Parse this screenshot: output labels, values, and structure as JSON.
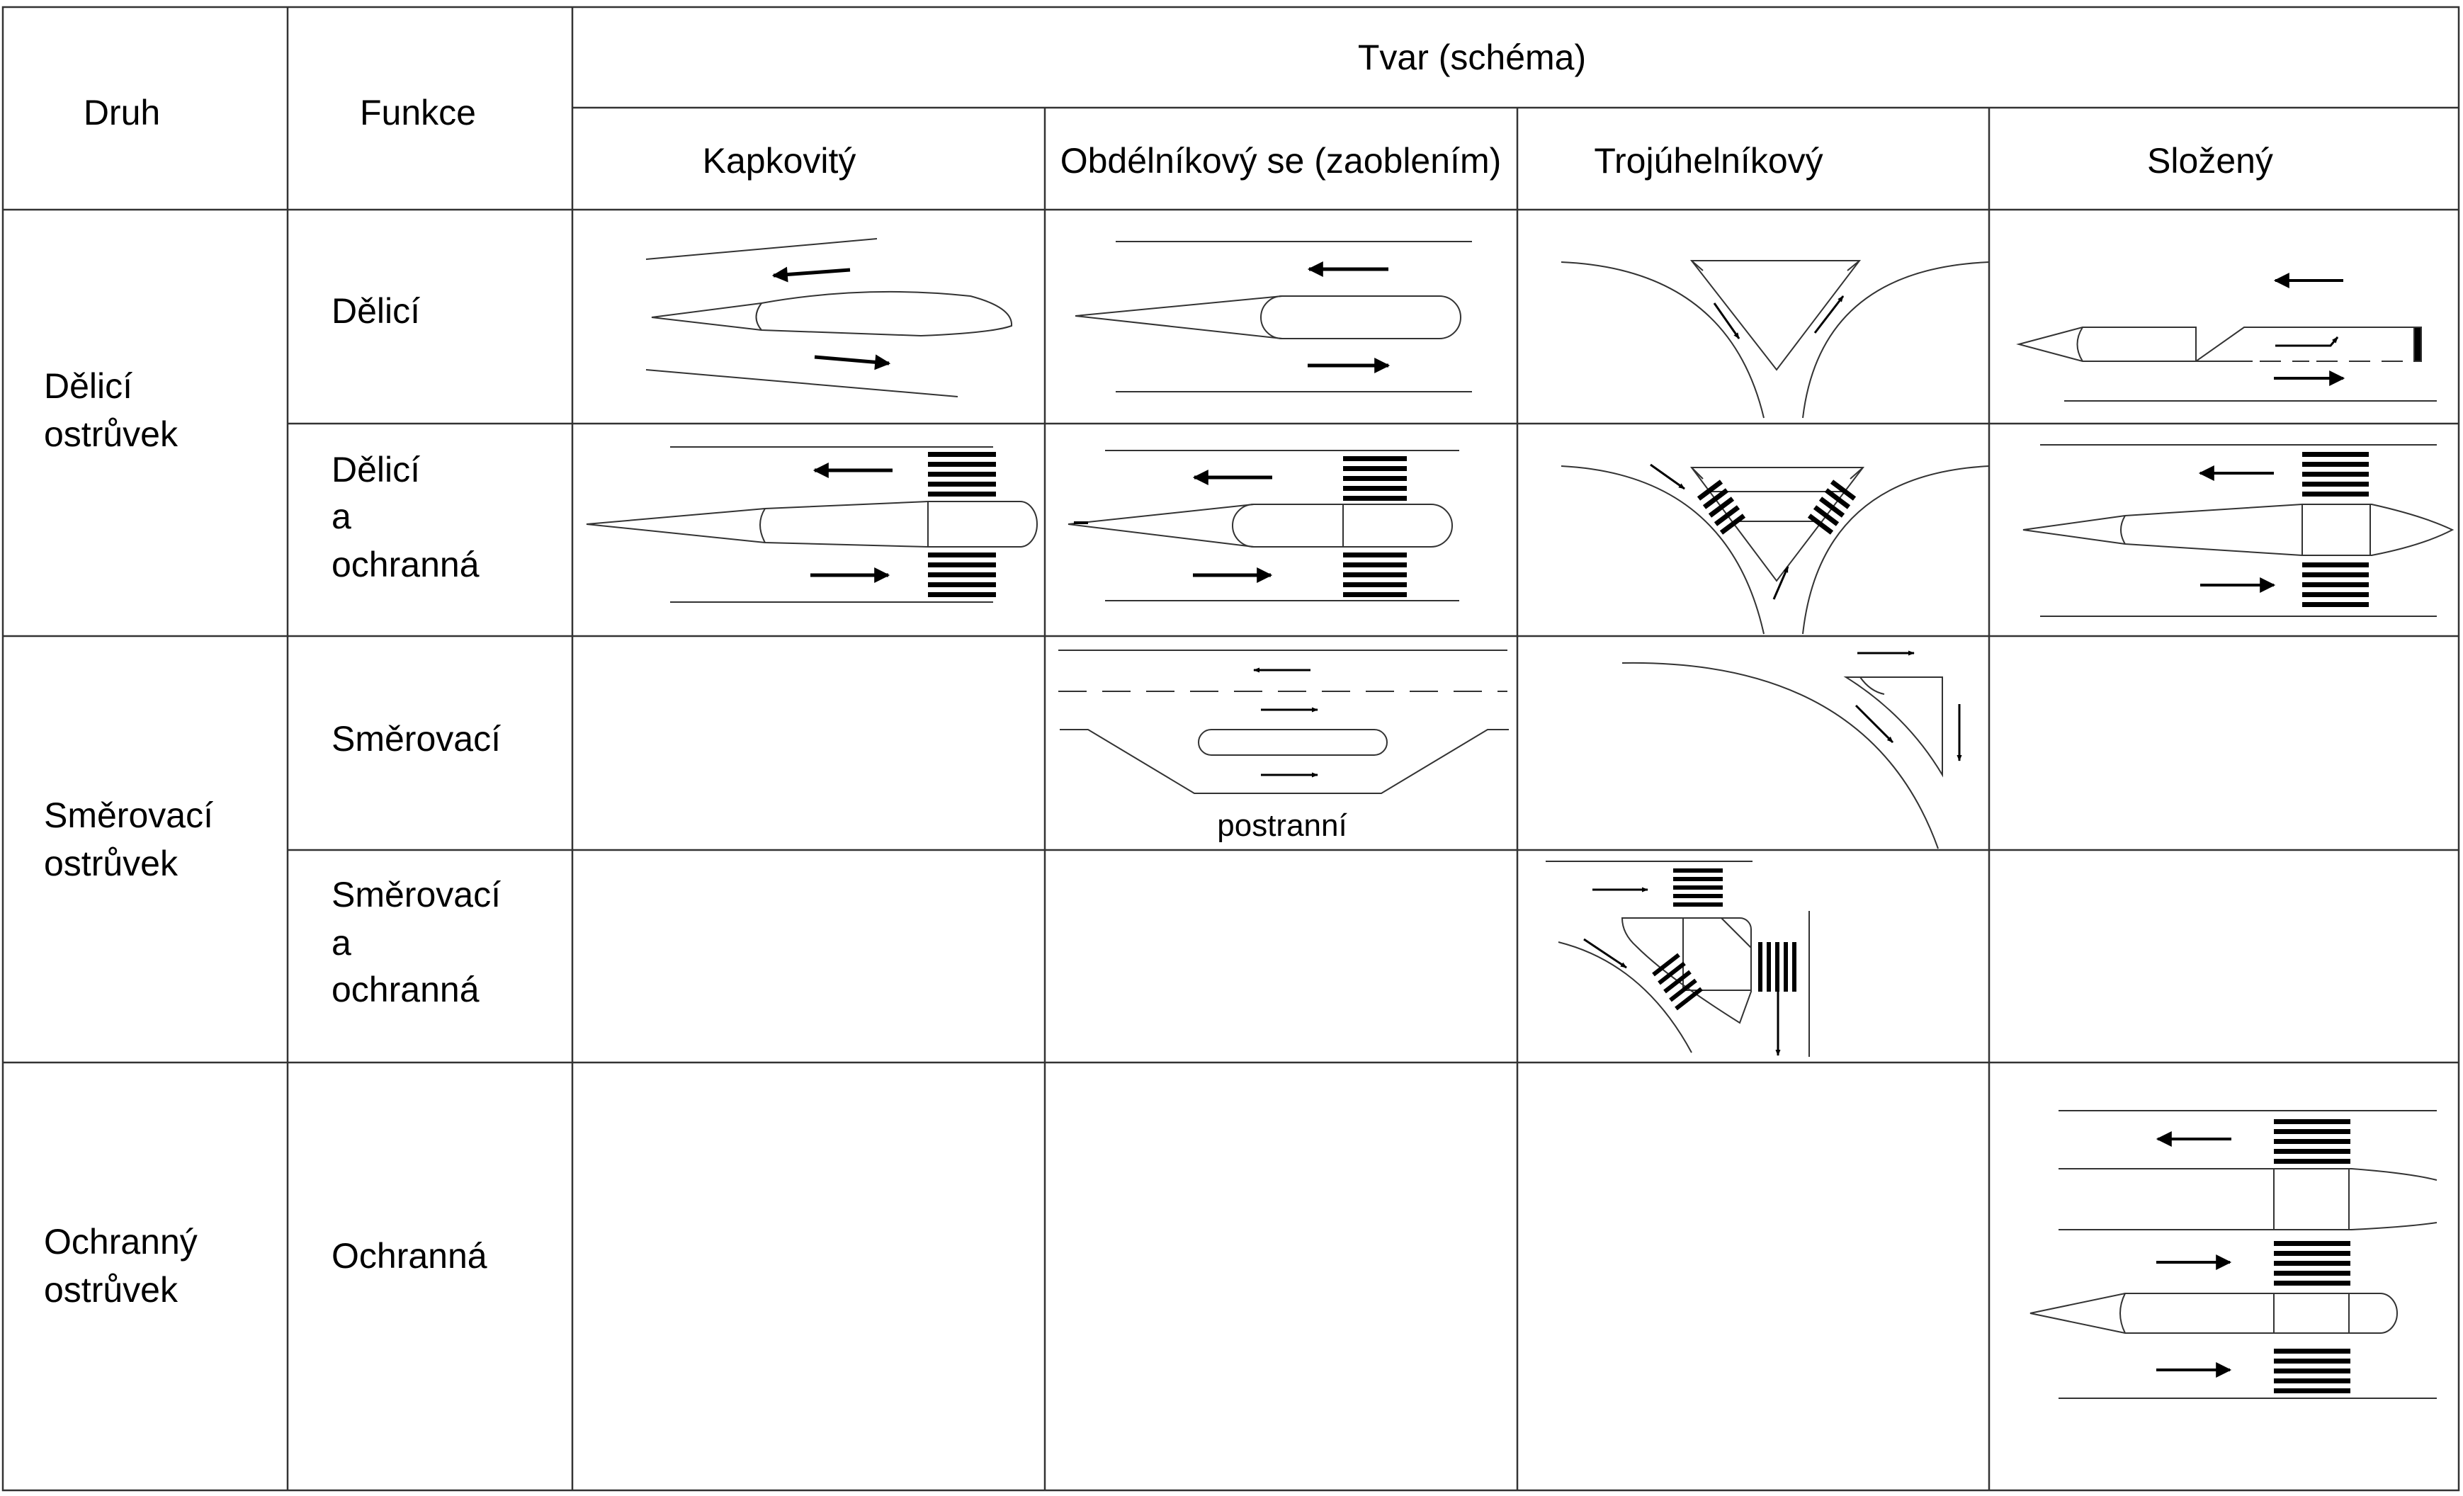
{
  "header": {
    "col_druh": "Druh",
    "col_funkce": "Funkce",
    "col_tvar": "Tvar (schéma)",
    "shapes": [
      "Kapkovitý",
      "Obdélníkový se (zaoblením)",
      "Trojúhelníkový",
      "Složený"
    ]
  },
  "rows": {
    "druh_delici": [
      "Dělicí",
      "ostrůvek"
    ],
    "druh_smerovaci": [
      "Směrovací",
      "ostrůvek"
    ],
    "druh_ochranny": [
      "Ochranný",
      "ostrůvek"
    ],
    "funkce_delici": [
      "Dělicí"
    ],
    "funkce_delici_ochranna": [
      "Dělicí",
      "a",
      "ochranná"
    ],
    "funkce_smerovaci": [
      "Směrovací"
    ],
    "funkce_smerovaci_ochranna": [
      "Směrovací",
      "a",
      "ochranná"
    ],
    "funkce_ochranna": [
      "Ochranná"
    ]
  },
  "annotations": {
    "postranni": "postranní"
  }
}
